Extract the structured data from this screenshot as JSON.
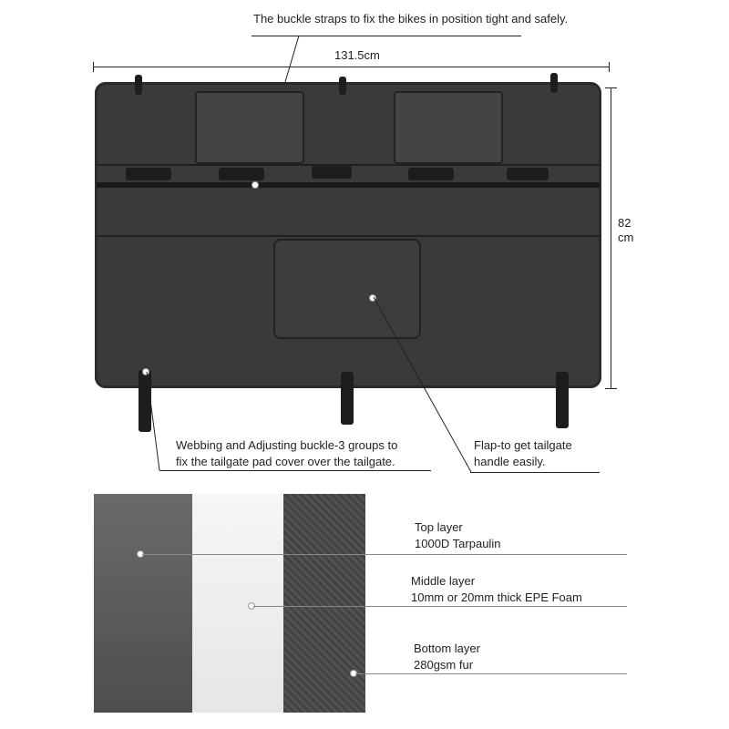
{
  "top_annotation": "The buckle straps to fix the bikes in position tight and safely.",
  "width_label": "131.5cm",
  "height_label_number": "82",
  "height_label_unit": "cm",
  "left_annotation_line1": "Webbing and Adjusting buckle-3  groups to",
  "left_annotation_line2": "fix the tailgate pad cover over the tailgate.",
  "right_annotation_line1": "Flap-to get tailgate",
  "right_annotation_line2": "handle easily.",
  "layers": [
    {
      "name": "Top layer",
      "material": "1000D Tarpaulin",
      "color": "#5a5a5a"
    },
    {
      "name": "Middle layer",
      "material": "10mm  or  20mm thick EPE Foam",
      "color": "#eeeeee"
    },
    {
      "name": "Bottom layer",
      "material": "280gsm fur",
      "color": "#4a4a4a"
    }
  ]
}
